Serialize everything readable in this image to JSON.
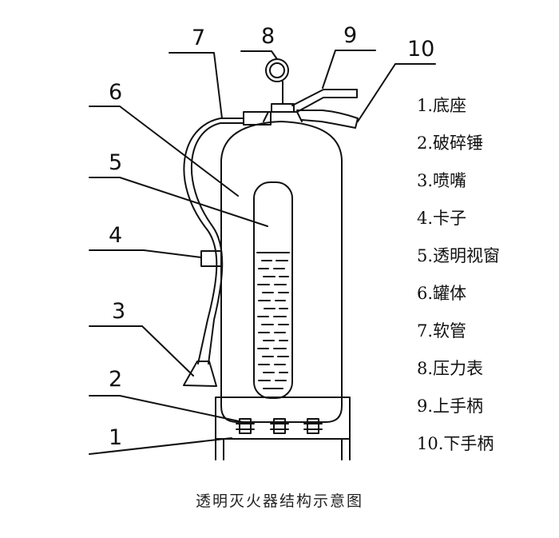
{
  "callouts": [
    "1",
    "2",
    "3",
    "4",
    "5",
    "6",
    "7",
    "8",
    "9",
    "10"
  ],
  "legend": [
    "1.底座",
    "2.破碎锤",
    "3.喷嘴",
    "4.卡子",
    "5.透明视窗",
    "6.罐体",
    "7.软管",
    "8.压力表",
    "9.上手柄",
    "10.下手柄"
  ],
  "caption": "透明灭火器结构示意图"
}
